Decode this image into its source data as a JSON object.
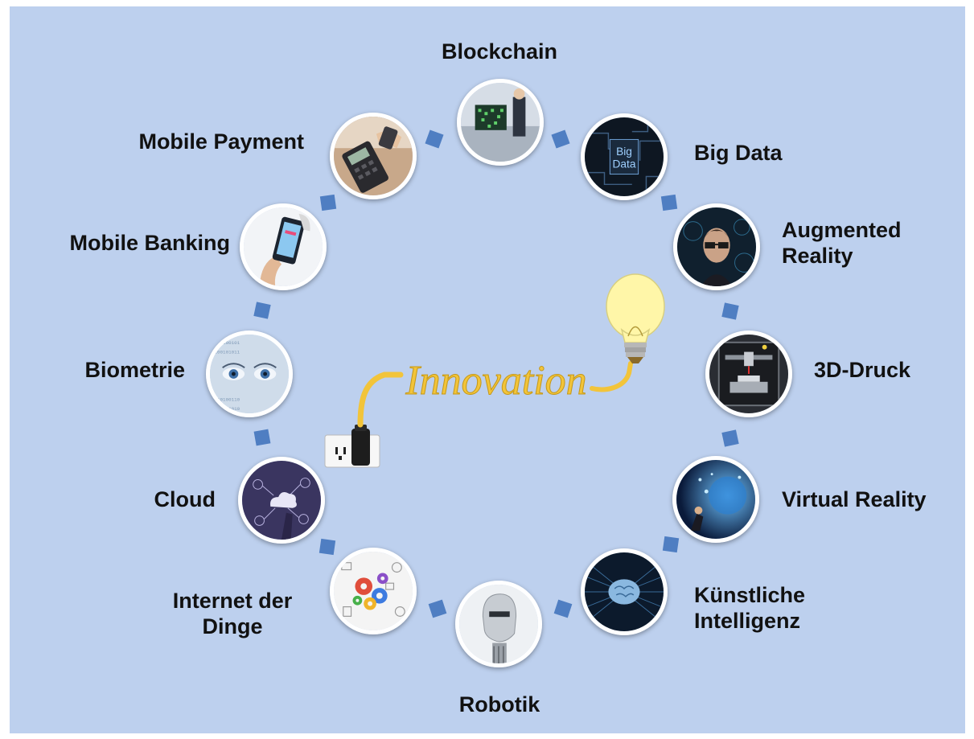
{
  "center": {
    "title": "Innovation"
  },
  "colors": {
    "background": "#bdd0ee",
    "connector": "#4f7ec2",
    "cable": "#f2c43a",
    "bulb": "#fff6a8"
  },
  "nodes": [
    {
      "id": "blockchain",
      "label": "Blockchain",
      "icon": "blockchain-photo-icon"
    },
    {
      "id": "big-data",
      "label": "Big Data",
      "icon": "big-data-photo-icon",
      "image_text": [
        "Big",
        "Data"
      ]
    },
    {
      "id": "augmented-reality",
      "label_lines": [
        "Augmented",
        "Reality"
      ],
      "icon": "augmented-reality-photo-icon"
    },
    {
      "id": "3d-druck",
      "label": "3D-Druck",
      "icon": "3d-printer-photo-icon"
    },
    {
      "id": "virtual-reality",
      "label": "Virtual Reality",
      "icon": "virtual-reality-photo-icon"
    },
    {
      "id": "kuenstliche-intelligenz",
      "label_lines": [
        "Künstliche",
        "Intelligenz"
      ],
      "icon": "brain-photo-icon"
    },
    {
      "id": "robotik",
      "label": "Robotik",
      "icon": "robot-photo-icon"
    },
    {
      "id": "internet-der-dinge",
      "label_lines": [
        "Internet der",
        "Dinge"
      ],
      "icon": "iot-gears-photo-icon"
    },
    {
      "id": "cloud",
      "label": "Cloud",
      "icon": "cloud-photo-icon"
    },
    {
      "id": "biometrie",
      "label": "Biometrie",
      "icon": "eyes-photo-icon"
    },
    {
      "id": "mobile-banking",
      "label": "Mobile Banking",
      "icon": "smartphone-photo-icon"
    },
    {
      "id": "mobile-payment",
      "label": "Mobile Payment",
      "icon": "card-terminal-photo-icon"
    }
  ]
}
